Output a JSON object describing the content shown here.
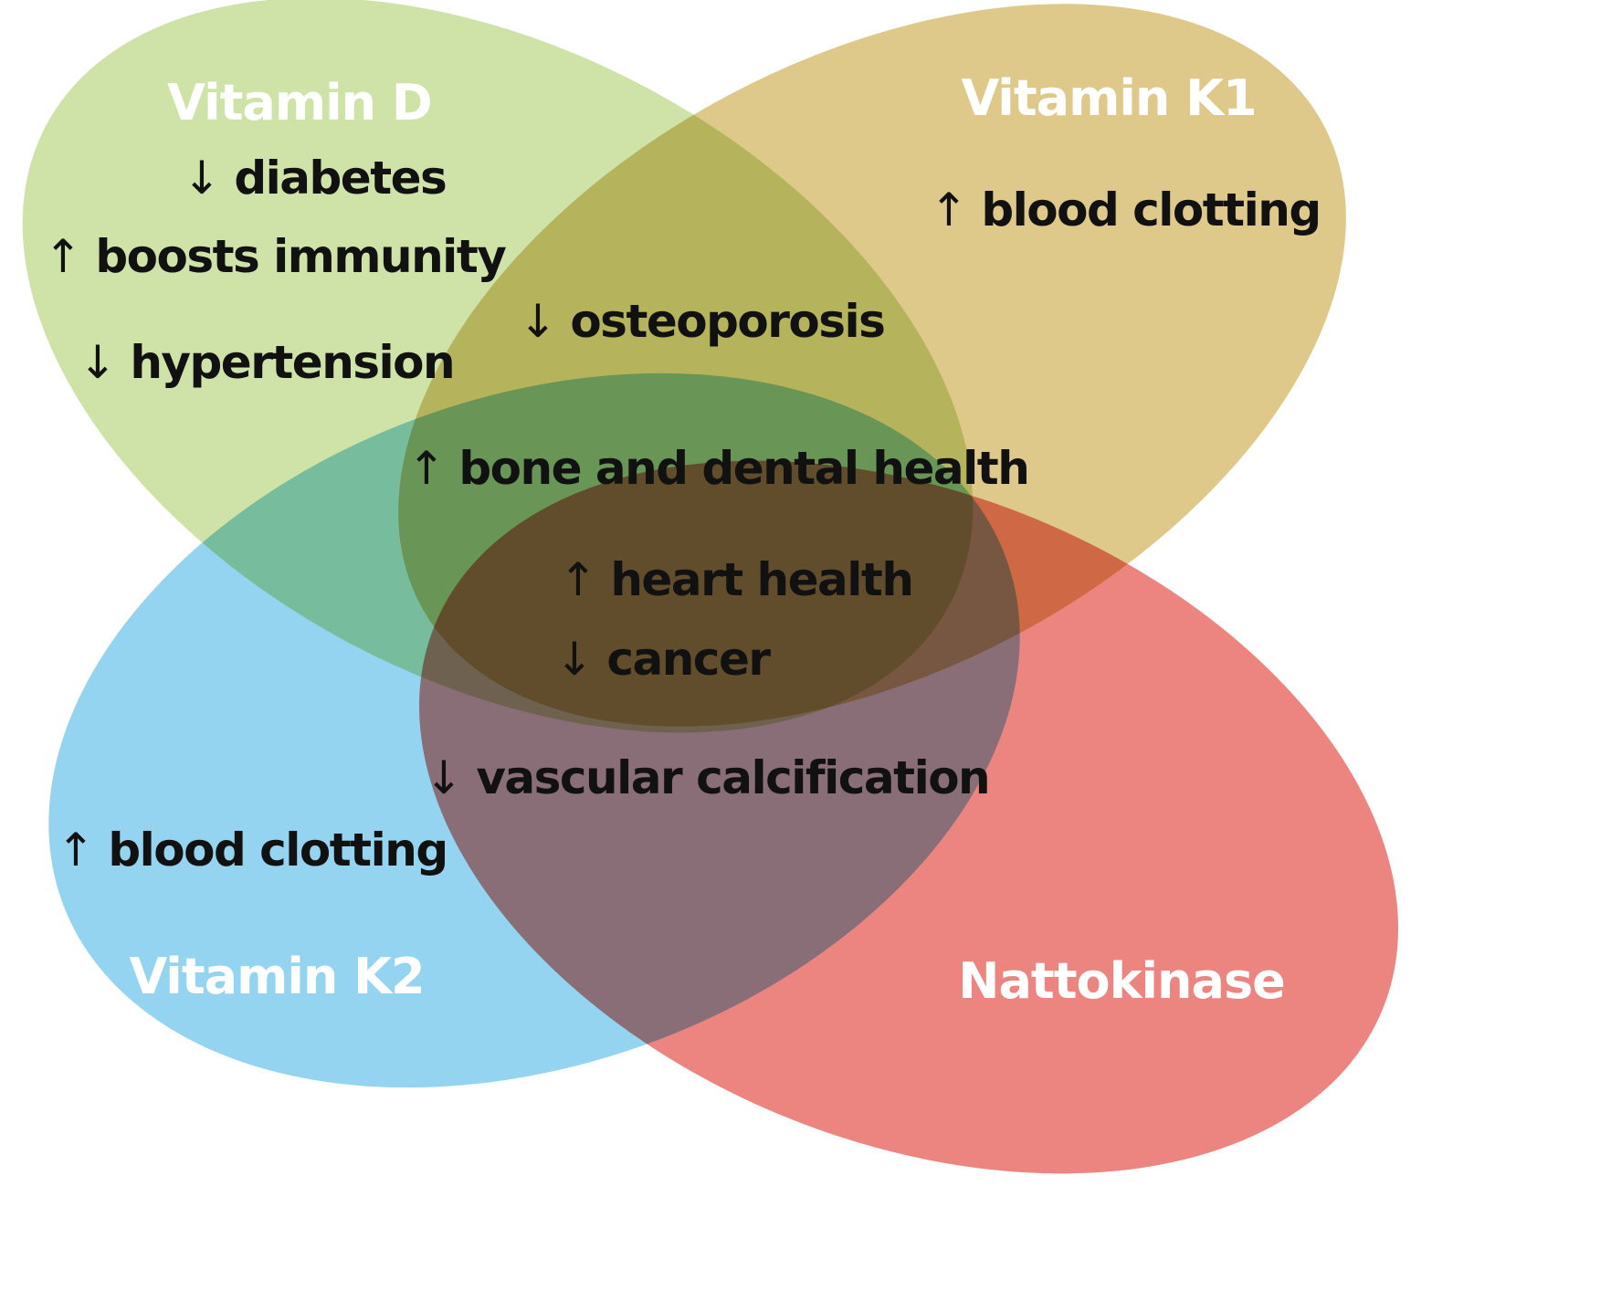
{
  "diagram": {
    "type": "venn-4-set",
    "sets": [
      {
        "id": "vitamin_d",
        "label": "Vitamin D",
        "color": "#cfe3a8"
      },
      {
        "id": "vitamin_k1",
        "label": "Vitamin K1",
        "color": "#dfc98a"
      },
      {
        "id": "vitamin_k2",
        "label": "Vitamin K2",
        "color": "#94d4f0"
      },
      {
        "id": "nattokinase",
        "label": "Nattokinase",
        "color": "#ec8480"
      }
    ],
    "items": [
      {
        "arrow": "↓",
        "text": "diabetes",
        "sets": [
          "vitamin_d"
        ]
      },
      {
        "arrow": "↑",
        "text": "boosts immunity",
        "sets": [
          "vitamin_d"
        ]
      },
      {
        "arrow": "↓",
        "text": "hypertension",
        "sets": [
          "vitamin_d"
        ]
      },
      {
        "arrow": "↑",
        "text": "blood clotting",
        "sets": [
          "vitamin_k1"
        ]
      },
      {
        "arrow": "↓",
        "text": "osteoporosis",
        "sets": [
          "vitamin_d",
          "vitamin_k1"
        ]
      },
      {
        "arrow": "↑",
        "text": "bone and dental health",
        "sets": [
          "vitamin_d",
          "vitamin_k1",
          "vitamin_k2"
        ]
      },
      {
        "arrow": "↑",
        "text": "heart health",
        "sets": [
          "vitamin_d",
          "vitamin_k1",
          "vitamin_k2",
          "nattokinase"
        ]
      },
      {
        "arrow": "↓",
        "text": "cancer",
        "sets": [
          "vitamin_d",
          "vitamin_k1",
          "vitamin_k2",
          "nattokinase"
        ]
      },
      {
        "arrow": "↓",
        "text": "vascular calcification",
        "sets": [
          "vitamin_k2",
          "nattokinase"
        ]
      },
      {
        "arrow": "↑",
        "text": "blood clotting",
        "sets": [
          "vitamin_k2"
        ]
      }
    ]
  }
}
